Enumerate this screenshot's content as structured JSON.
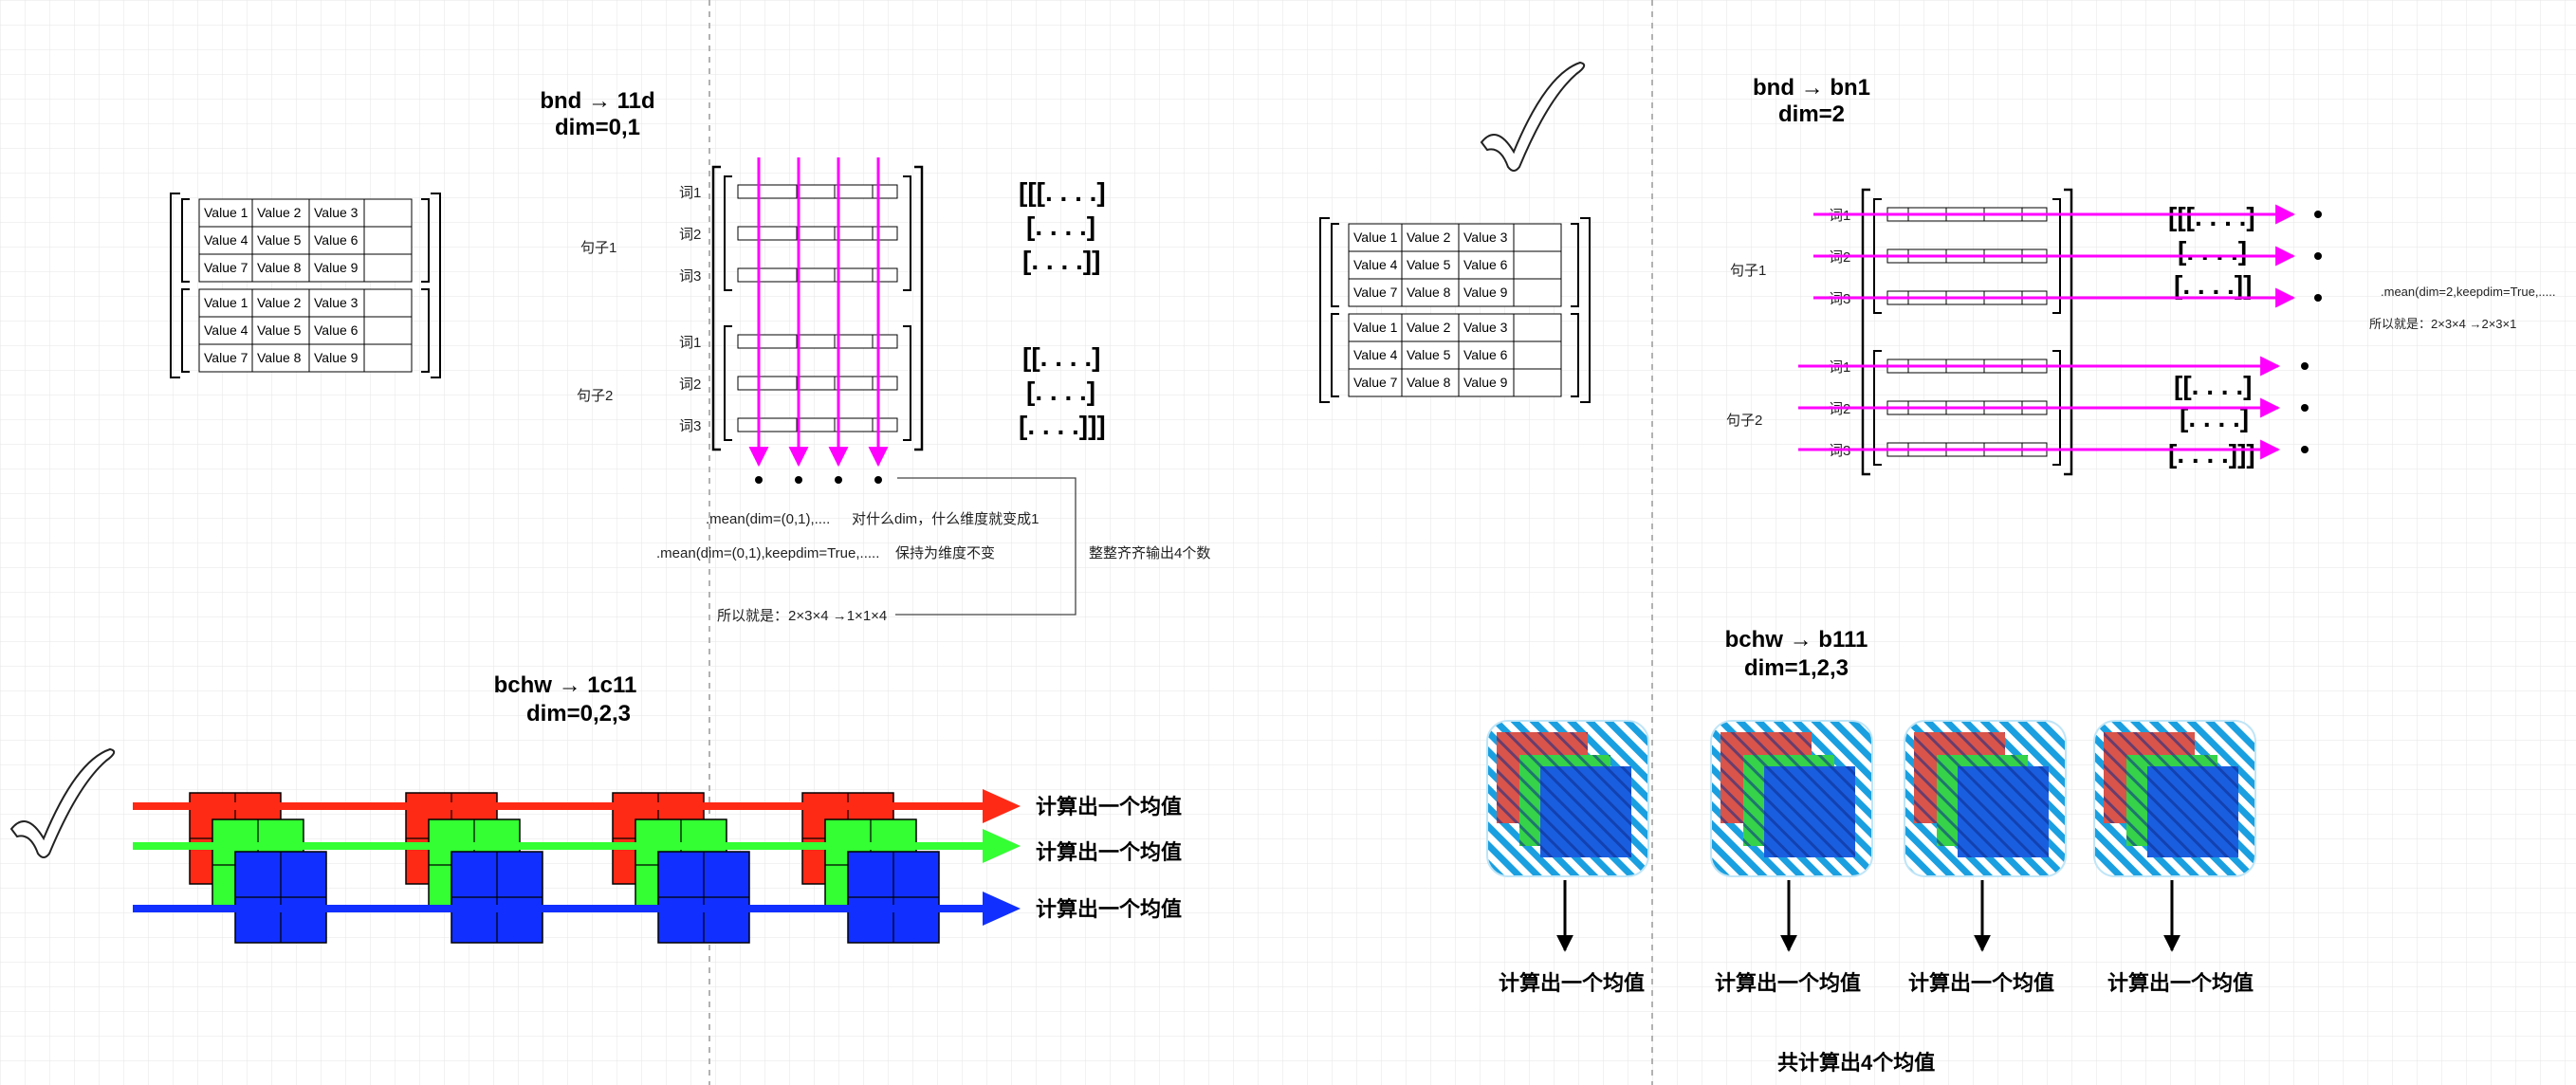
{
  "table_values": [
    [
      "Value 1",
      "Value 2",
      "Value 3"
    ],
    [
      "Value 4",
      "Value 5",
      "Value 6"
    ],
    [
      "Value 7",
      "Value 8",
      "Value 9"
    ]
  ],
  "panel1": {
    "title_line1": "bnd → 11d",
    "title_line2": "dim=0,1",
    "sentence1": "句子1",
    "sentence2": "句子2",
    "words": [
      "词1",
      "词2",
      "词3"
    ],
    "brackets": [
      "[[[. . . .]",
      "[. . . .]",
      "[. . . .]]",
      "[[. . . .]",
      "[. . . .]",
      "[. . . .]]]"
    ],
    "note_mean": ".mean(dim=(0,1),....",
    "note_which": "对什么dim，什么维度就变成1",
    "note_keepdim": ".mean(dim=(0,1),keepdim=True,.....",
    "note_keep": "保持为维度不变",
    "note_output": "整整齐齐输出4个数",
    "note_shape": "所以就是：2×3×4 →1×1×4"
  },
  "panel2": {
    "title_line1": "bnd → bn1",
    "title_line2": "dim=2",
    "sentence1": "句子1",
    "sentence2": "句子2",
    "words": [
      "词1",
      "词2",
      "词3"
    ],
    "brackets": [
      "[[[. . . .]",
      "[. . . .]",
      "[. . . .]]",
      "[[. . . .]",
      "[. . . .]",
      "[. . . .]]]"
    ],
    "note_mean": ".mean(dim=2,keepdim=True,.....",
    "note_shape": "所以就是：2×3×4 →2×3×1"
  },
  "panel3": {
    "title_line1": "bchw → 1c11",
    "title_line2": "dim=0,2,3",
    "results": [
      "计算出一个均值",
      "计算出一个均值",
      "计算出一个均值"
    ]
  },
  "panel4": {
    "title_line1": "bchw → b111",
    "title_line2": "dim=1,2,3",
    "results": [
      "计算出一个均值",
      "计算出一个均值",
      "计算出一个均值",
      "计算出一个均值"
    ],
    "total": "共计算出4个均值"
  },
  "colors": {
    "magenta": "#ff00ff",
    "red": "#ff2a16",
    "green": "#33ff33",
    "blue": "#1130ff",
    "hatch": "#1aa0e0",
    "grid": "#e6e6e6"
  }
}
